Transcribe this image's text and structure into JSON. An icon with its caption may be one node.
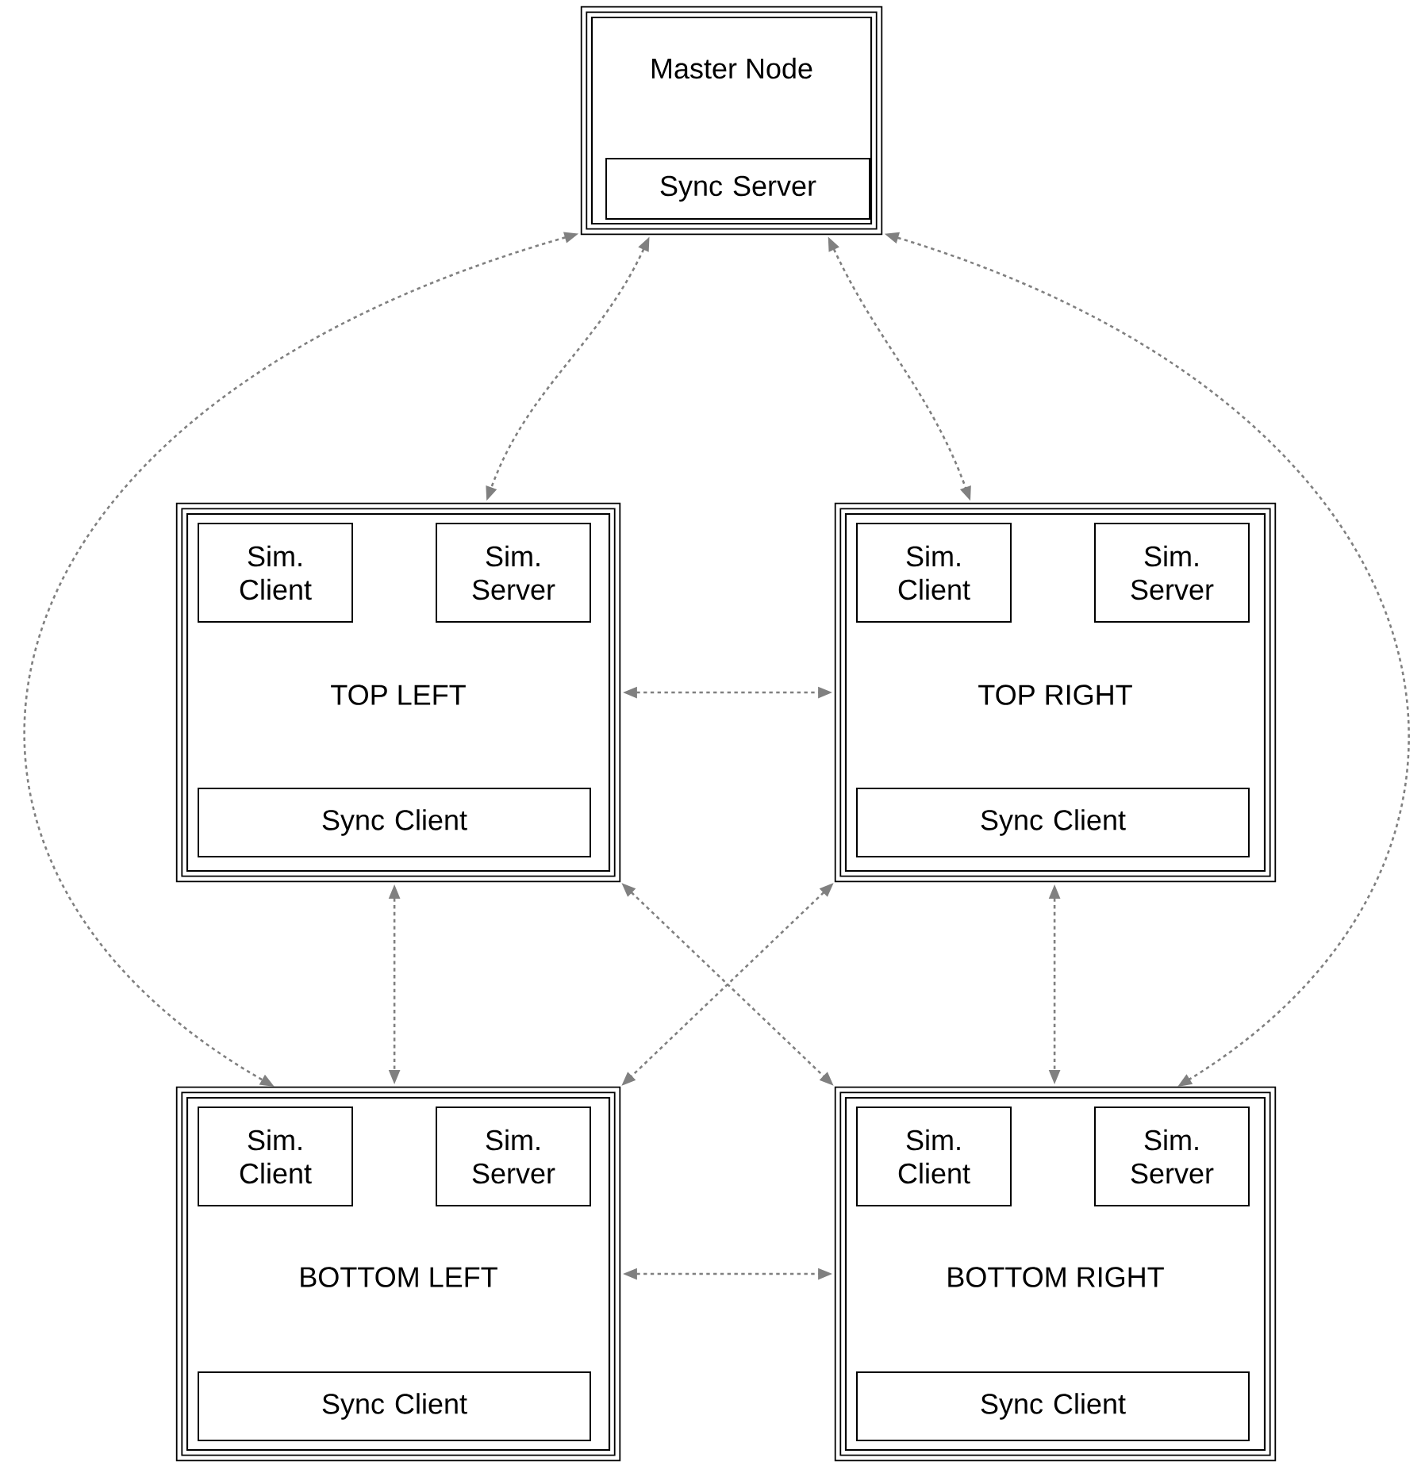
{
  "diagram": {
    "nodes": [
      {
        "text": [
          "Master Node"
        ]
      },
      {
        "text": [
          "Sync Server"
        ],
        "in": 0
      },
      {
        "text": [
          "TOP LEFT"
        ]
      },
      {
        "text": [
          "Sim. Client"
        ],
        "in": 2
      },
      {
        "text": [
          "Sim. Server"
        ],
        "in": 2
      },
      {
        "text": [
          "Sync Client"
        ],
        "in": 2
      },
      {
        "text": [
          "TOP RIGHT"
        ]
      },
      {
        "text": [
          "Sim. Client"
        ],
        "in": 6
      },
      {
        "text": [
          "Sim. Server"
        ],
        "in": 6
      },
      {
        "text": [
          "Sync Client"
        ],
        "in": 6
      },
      {
        "text": [
          "BOTTOM LEFT"
        ]
      },
      {
        "text": [
          "Sim. Client"
        ],
        "in": 10
      },
      {
        "text": [
          "Sim. Server"
        ],
        "in": 10
      },
      {
        "text": [
          "Sync Client"
        ],
        "in": 10
      },
      {
        "text": [
          "BOTTOM RIGHT"
        ]
      },
      {
        "text": [
          "Sim. Client"
        ],
        "in": 14
      },
      {
        "text": [
          "Sim. Server"
        ],
        "in": 14
      },
      {
        "text": [
          "Sync Client"
        ],
        "in": 14
      }
    ],
    "edges": [
      {
        "from": 0,
        "to": 2,
        "arrow": "both",
        "style": "dashed"
      },
      {
        "from": 0,
        "to": 6,
        "arrow": "both",
        "style": "dashed"
      },
      {
        "from": 0,
        "to": 10,
        "arrow": "both",
        "style": "dashed"
      },
      {
        "from": 0,
        "to": 14,
        "arrow": "both",
        "style": "dashed"
      },
      {
        "from": 2,
        "to": 6,
        "arrow": "both",
        "style": "dashed"
      },
      {
        "from": 2,
        "to": 10,
        "arrow": "both",
        "style": "dashed"
      },
      {
        "from": 6,
        "to": 14,
        "arrow": "both",
        "style": "dashed"
      },
      {
        "from": 2,
        "to": 14,
        "arrow": "both",
        "style": "dashed"
      },
      {
        "from": 6,
        "to": 10,
        "arrow": "both",
        "style": "dashed"
      },
      {
        "from": 10,
        "to": 14,
        "arrow": "both",
        "style": "dashed"
      }
    ]
  }
}
